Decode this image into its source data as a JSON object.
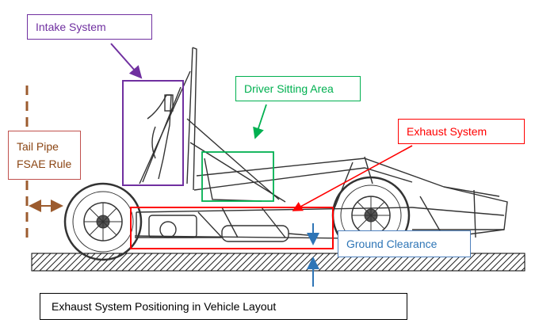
{
  "labels": {
    "intake_system": "Intake System",
    "driver_sitting_area": "Driver Sitting Area",
    "exhaust_system": "Exhaust System",
    "tail_pipe_line1": "Tail Pipe",
    "tail_pipe_line2": "FSAE Rule",
    "ground_clearance": "Ground Clearance"
  },
  "caption": "Exhaust System Positioning in Vehicle Layout",
  "colors": {
    "intake": "#7030a0",
    "driver": "#00b050",
    "exhaust": "#ff0000",
    "tail_pipe_text": "#8b4513",
    "tail_pipe_border": "#c0504d",
    "tail_pipe_marker": "#9c5b2e",
    "ground_clearance": "#2e75b6",
    "ground_clearance_border": "#4f81bd",
    "frame": "#333333"
  }
}
